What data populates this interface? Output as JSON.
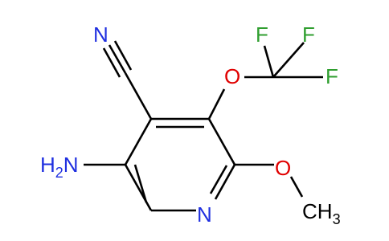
{
  "molecule": {
    "atoms": {
      "F_top": "F",
      "F_right": "F",
      "F_left": "F",
      "O_ether": "O",
      "N_nitrile": "N",
      "O_methoxy": "O",
      "N_ring": "N",
      "amino_H": "H",
      "amino_sub": "2",
      "amino_N": "N",
      "methyl_CH": "CH",
      "methyl_sub": "3"
    },
    "colors": {
      "bond": "#000000",
      "fluorine": "#2f9e2f",
      "oxygen": "#e00000",
      "nitrogen": "#1f2fe0"
    }
  }
}
